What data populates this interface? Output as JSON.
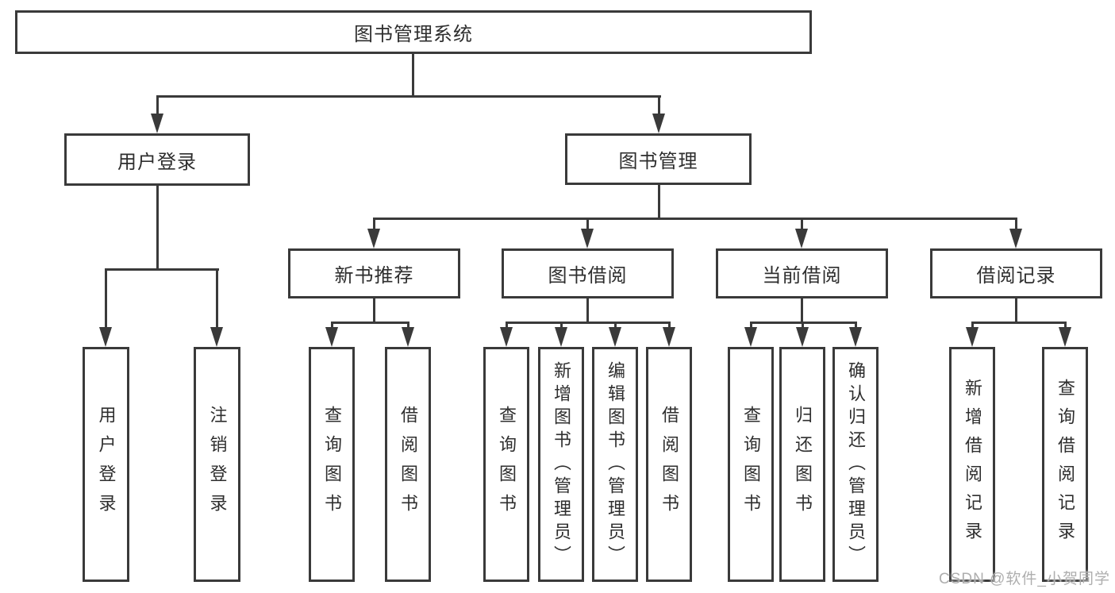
{
  "tree": {
    "root": {
      "label": "图书管理系统",
      "children": [
        {
          "label": "用户登录",
          "children": [
            {
              "label": "用户登录"
            },
            {
              "label": "注销登录"
            }
          ]
        },
        {
          "label": "图书管理",
          "children": [
            {
              "label": "新书推荐",
              "children": [
                {
                  "label": "查询图书"
                },
                {
                  "label": "借阅图书"
                }
              ]
            },
            {
              "label": "图书借阅",
              "children": [
                {
                  "label": "查询图书"
                },
                {
                  "label": "新增图书（管理员）"
                },
                {
                  "label": "编辑图书（管理员）"
                },
                {
                  "label": "借阅图书"
                }
              ]
            },
            {
              "label": "当前借阅",
              "children": [
                {
                  "label": "查询图书"
                },
                {
                  "label": "归还图书"
                },
                {
                  "label": "确认归还（管理员）"
                }
              ]
            },
            {
              "label": "借阅记录",
              "children": [
                {
                  "label": "新增借阅记录"
                },
                {
                  "label": "查询借阅记录"
                }
              ]
            }
          ]
        }
      ]
    }
  },
  "watermark": {
    "text": "CSDN @软件_小贺同学"
  },
  "colors": {
    "line": "#3a3a3a",
    "box_border": "#3a3a3a",
    "text": "#2e2e2e",
    "watermark": "#aeaeae",
    "background": "#ffffff"
  }
}
